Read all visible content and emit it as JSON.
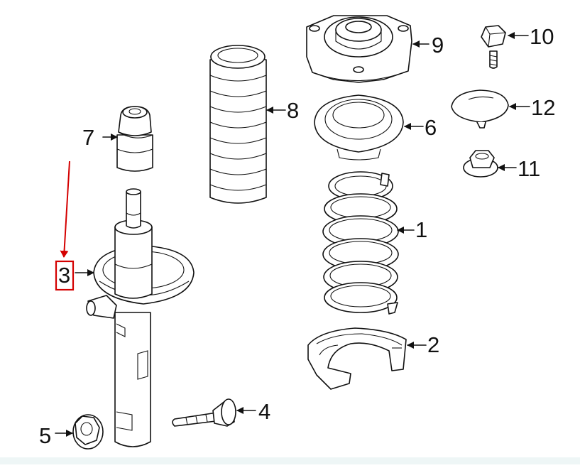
{
  "diagram": {
    "callouts": {
      "c1": "1",
      "c2": "2",
      "c3": "3",
      "c4": "4",
      "c5": "5",
      "c6": "6",
      "c7": "7",
      "c8": "8",
      "c9": "9",
      "c10": "10",
      "c11": "11",
      "c12": "12"
    },
    "highlight_color": "#d40000"
  }
}
